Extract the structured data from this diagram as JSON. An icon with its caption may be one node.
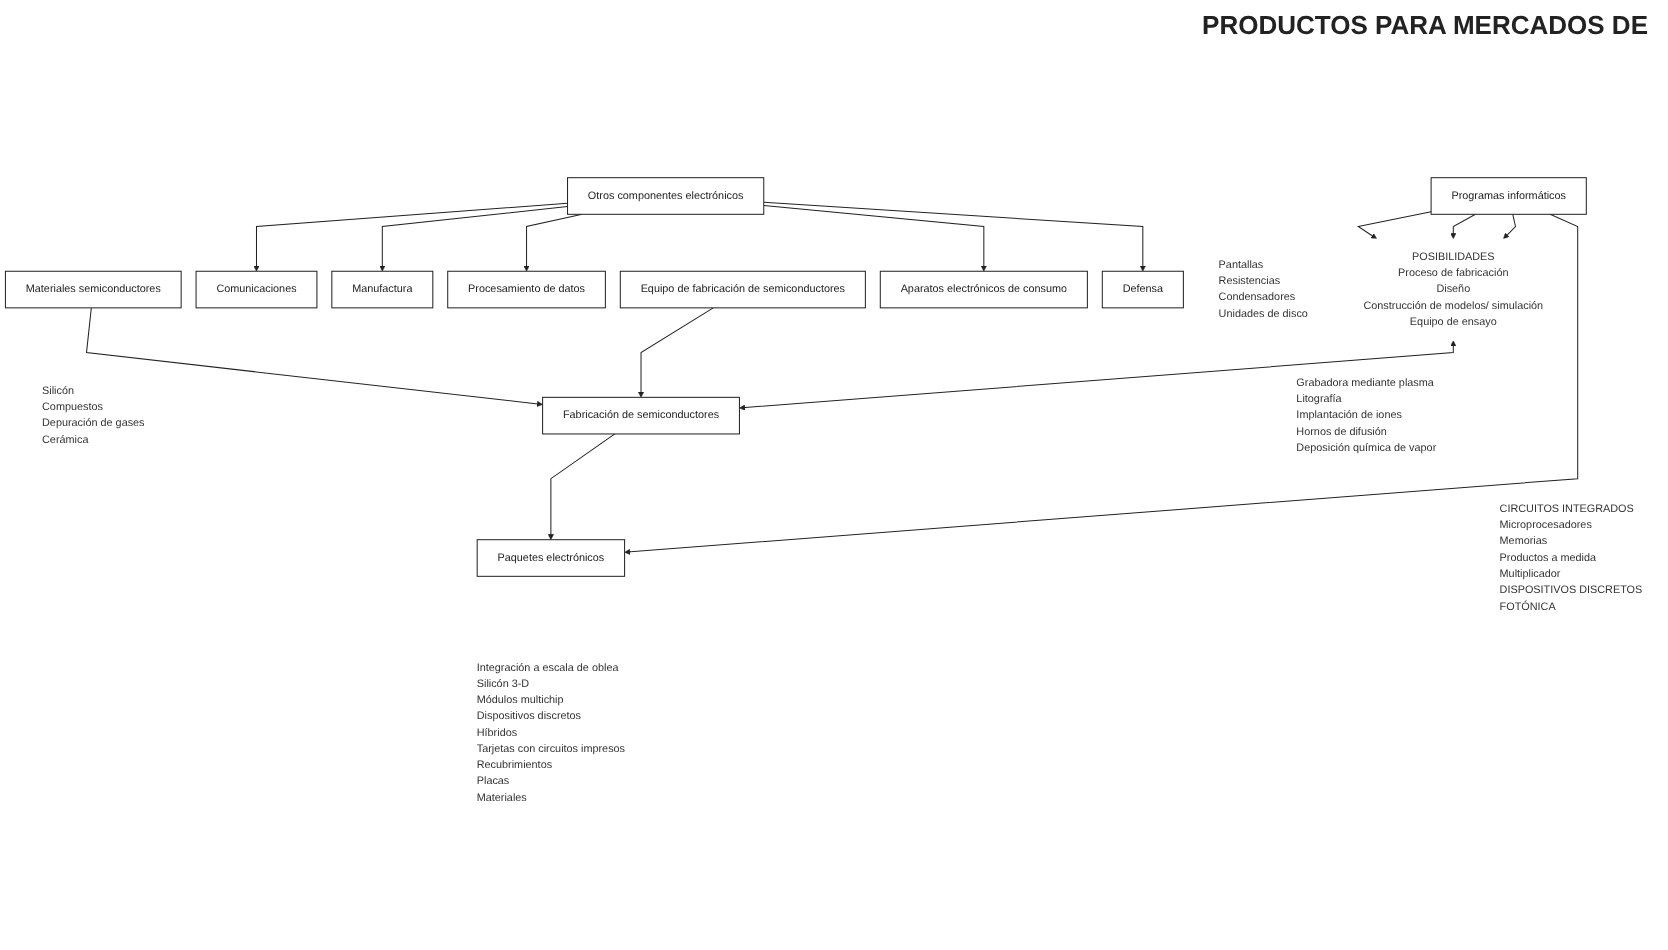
{
  "diagram": {
    "nodes": [
      {
        "text": [
          "Materiales semiconductores"
        ],
        "beside": [
          "Silicón",
          "Compuestos",
          "Depuración de gases",
          "Cerámica"
        ]
      },
      {
        "text": [
          "POSIBILIDADES",
          "Proceso de fabricación",
          "Diseño",
          "Construcción de modelos/ simulación",
          "Equipo de ensayo"
        ]
      },
      {
        "text": [
          "Otros componentes electrónicos"
        ],
        "beside": [
          "Pantallas",
          "Resistencias",
          "Condensadores",
          "Unidades de disco"
        ]
      },
      {
        "text": [
          "Programas informáticos"
        ]
      },
      {
        "text": [
          "Comunicaciones"
        ]
      },
      {
        "text": [
          "Fabricación de semiconductores"
        ],
        "beside": [
          "CIRCUITOS INTEGRADOS",
          "Microprocesadores",
          "Memorias",
          "Productos a medida",
          "Multiplicador",
          "DISPOSITIVOS DISCRETOS",
          "FOTÓNICA"
        ]
      },
      {
        "text": [
          "Paquetes electrónicos"
        ],
        "beside": [
          "Integración a escala de oblea",
          "Silicón 3-D",
          "Módulos multichip",
          "Dispositivos discretos",
          "Híbridos",
          "Tarjetas con circuitos impresos",
          "Recubrimientos",
          "Placas",
          "Materiales"
        ]
      },
      {
        "text": [
          "Manufactura"
        ]
      },
      {
        "text": [
          "Equipo de fabricación de semiconductores"
        ],
        "beside": [
          "Grabadora mediante plasma",
          "Litografía",
          "Implantación de iones",
          "Hornos de difusión",
          "Deposición química de vapor"
        ]
      },
      {
        "text": [
          "Procesamiento de datos"
        ]
      },
      {
        "text": [
          "Aparatos electrónicos de consumo"
        ]
      },
      {
        "text": [
          "Defensa"
        ]
      }
    ],
    "edges": [
      {
        "from": 0,
        "to": 5,
        "arrow": "to"
      },
      {
        "from": 8,
        "to": 5,
        "arrow": "to"
      },
      {
        "from": 1,
        "to": 5,
        "arrow": "both"
      },
      {
        "from": 3,
        "to": 1,
        "arrow": "to"
      },
      {
        "from": 3,
        "to": 1,
        "arrow": "to"
      },
      {
        "from": 3,
        "to": 1,
        "arrow": "to"
      },
      {
        "from": 3,
        "to": 6,
        "arrow": "to"
      },
      {
        "from": 5,
        "to": 6,
        "arrow": "to"
      },
      {
        "from": 2,
        "to": 4,
        "arrow": "to"
      },
      {
        "from": 2,
        "to": 7,
        "arrow": "to"
      },
      {
        "from": 2,
        "to": 9,
        "arrow": "to"
      },
      {
        "from": 2,
        "to": 10,
        "arrow": "to"
      },
      {
        "from": 2,
        "to": 11,
        "arrow": "to"
      }
    ],
    "labels": [
      "PRODUCTOS PARA MERCADOS DE"
    ]
  }
}
